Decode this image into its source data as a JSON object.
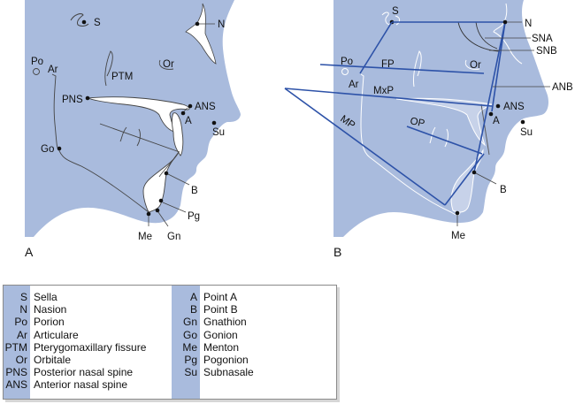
{
  "colors": {
    "face_fill": "#a9bbdd",
    "bone_white": "#ffffff",
    "trace_line": "#444444",
    "plane_line": "#2d52a8",
    "legend_abbr_bg": "#a9bbdd"
  },
  "panels": [
    {
      "id": "A",
      "label": "A",
      "landmarks": [
        {
          "abbr": "S",
          "label": "S"
        },
        {
          "abbr": "N",
          "label": "N"
        },
        {
          "abbr": "Po",
          "label": "Po"
        },
        {
          "abbr": "Ar",
          "label": "Ar"
        },
        {
          "abbr": "PTM",
          "label": "PTM"
        },
        {
          "abbr": "Or",
          "label": "Or"
        },
        {
          "abbr": "PNS",
          "label": "PNS"
        },
        {
          "abbr": "ANS",
          "label": "ANS"
        },
        {
          "abbr": "A",
          "label": "A"
        },
        {
          "abbr": "Su",
          "label": "Su"
        },
        {
          "abbr": "Go",
          "label": "Go"
        },
        {
          "abbr": "B",
          "label": "B"
        },
        {
          "abbr": "Pg",
          "label": "Pg"
        },
        {
          "abbr": "Me",
          "label": "Me"
        },
        {
          "abbr": "Gn",
          "label": "Gn"
        }
      ]
    },
    {
      "id": "B",
      "label": "B",
      "landmarks": [
        {
          "abbr": "S",
          "label": "S"
        },
        {
          "abbr": "N",
          "label": "N"
        },
        {
          "abbr": "Po",
          "label": "Po"
        },
        {
          "abbr": "Ar",
          "label": "Ar"
        },
        {
          "abbr": "Or",
          "label": "Or"
        },
        {
          "abbr": "ANS",
          "label": "ANS"
        },
        {
          "abbr": "A",
          "label": "A"
        },
        {
          "abbr": "Su",
          "label": "Su"
        },
        {
          "abbr": "B",
          "label": "B"
        },
        {
          "abbr": "Me",
          "label": "Me"
        }
      ],
      "planes": [
        {
          "abbr": "FP",
          "label": "FP"
        },
        {
          "abbr": "MxP",
          "label": "MxP"
        },
        {
          "abbr": "OP",
          "label": "OP"
        },
        {
          "abbr": "MP",
          "label": "MP"
        }
      ],
      "angles": [
        {
          "abbr": "SNA",
          "label": "SNA"
        },
        {
          "abbr": "SNB",
          "label": "SNB"
        },
        {
          "abbr": "ANB",
          "label": "ANB"
        }
      ]
    }
  ],
  "legend": {
    "column1": [
      {
        "abbr": "S",
        "name": "Sella"
      },
      {
        "abbr": "N",
        "name": "Nasion"
      },
      {
        "abbr": "Po",
        "name": "Porion"
      },
      {
        "abbr": "Ar",
        "name": "Articulare"
      },
      {
        "abbr": "PTM",
        "name": "Pterygomaxillary fissure"
      },
      {
        "abbr": "Or",
        "name": "Orbitale"
      },
      {
        "abbr": "PNS",
        "name": "Posterior nasal spine"
      },
      {
        "abbr": "ANS",
        "name": "Anterior nasal spine"
      }
    ],
    "column2": [
      {
        "abbr": "A",
        "name": "Point A"
      },
      {
        "abbr": "B",
        "name": "Point B"
      },
      {
        "abbr": "Gn",
        "name": "Gnathion"
      },
      {
        "abbr": "Go",
        "name": "Gonion"
      },
      {
        "abbr": "Me",
        "name": "Menton"
      },
      {
        "abbr": "Pg",
        "name": "Pogonion"
      },
      {
        "abbr": "Su",
        "name": "Subnasale"
      }
    ]
  }
}
